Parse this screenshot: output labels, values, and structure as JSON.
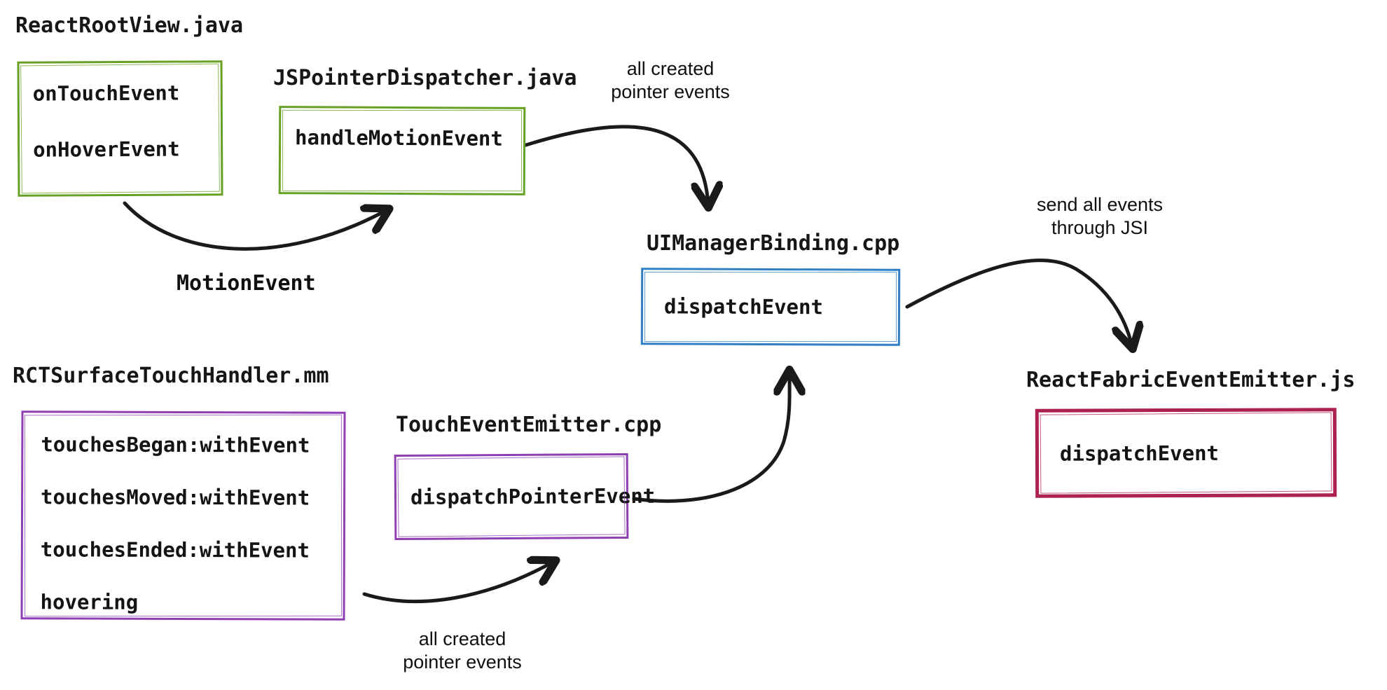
{
  "nodes": {
    "react_root_view": {
      "file": "ReactRootView.java",
      "methods": [
        "onTouchEvent",
        "onHoverEvent"
      ]
    },
    "js_pointer_dispatcher": {
      "file": "JSPointerDispatcher.java",
      "methods": [
        "handleMotionEvent"
      ]
    },
    "ui_manager_binding": {
      "file": "UIManagerBinding.cpp",
      "methods": [
        "dispatchEvent"
      ]
    },
    "react_fabric_event_emitter": {
      "file": "ReactFabricEventEmitter.js",
      "methods": [
        "dispatchEvent"
      ]
    },
    "rct_surface_touch_handler": {
      "file": "RCTSurfaceTouchHandler.mm",
      "methods": [
        "touchesBegan:withEvent",
        "touchesMoved:withEvent",
        "touchesEnded:withEvent",
        "hovering"
      ]
    },
    "touch_event_emitter": {
      "file": "TouchEventEmitter.cpp",
      "methods": [
        "dispatchPointerEvent"
      ]
    }
  },
  "edge_labels": {
    "motion_event": "MotionEvent",
    "android_pointer_events": [
      "all created",
      "pointer events"
    ],
    "jsi": [
      "send all events",
      "through JSI"
    ],
    "ios_pointer_events": [
      "all created",
      "pointer events"
    ]
  },
  "edges": [
    {
      "from": "ReactRootView.java",
      "to": "JSPointerDispatcher.java",
      "label": "MotionEvent"
    },
    {
      "from": "JSPointerDispatcher.java",
      "to": "UIManagerBinding.cpp",
      "label": "all created pointer events"
    },
    {
      "from": "UIManagerBinding.cpp",
      "to": "ReactFabricEventEmitter.js",
      "label": "send all events through JSI"
    },
    {
      "from": "RCTSurfaceTouchHandler.mm",
      "to": "TouchEventEmitter.cpp",
      "label": "all created pointer events"
    },
    {
      "from": "TouchEventEmitter.cpp",
      "to": "UIManagerBinding.cpp",
      "label": ""
    }
  ],
  "colors": {
    "android_box": "#67a124",
    "cpp_binding_box": "#2e7fc4",
    "ios_box": "#8e3fb3",
    "js_box": "#ad2150",
    "arrow": "#1a1a1a",
    "text": "#141414",
    "background": "#ffffff"
  }
}
